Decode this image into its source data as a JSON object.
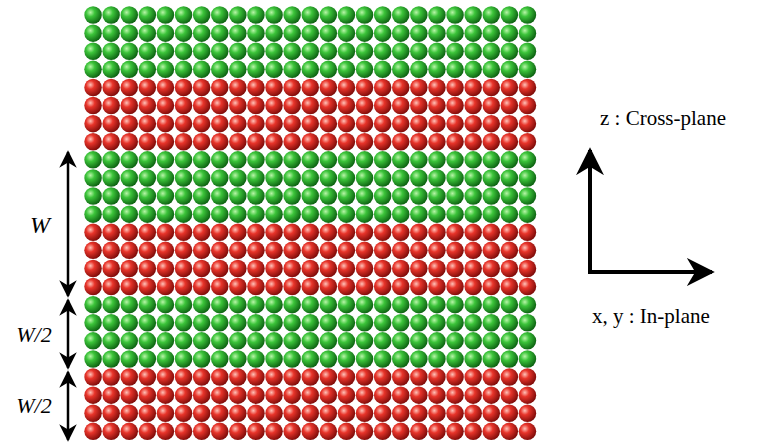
{
  "diagram": {
    "labels": [
      "W",
      "W/2",
      "W/2",
      "z : Cross-plane",
      "x, y : In-plane"
    ]
  }
}
